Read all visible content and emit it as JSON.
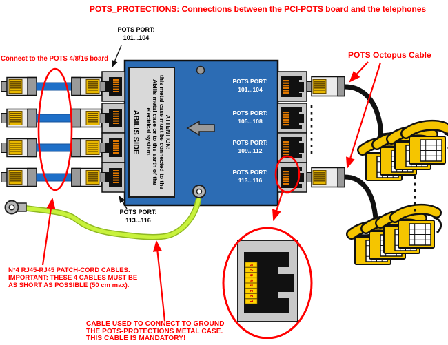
{
  "title": "POTS_PROTECTIONS: Connections between the PCI-POTS board and the telephones",
  "labels": {
    "connect_board": "Connect to the POTS 4/8/16 board",
    "octopus_cable": "POTS Octopus Cable",
    "port_top": {
      "line1": "POTS PORT:",
      "line2": "101...104"
    },
    "port_bottom": {
      "line1": "POTS PORT:",
      "line2": "113...116"
    }
  },
  "board": {
    "attention_heading": "ATTENTION:",
    "attention_body": "this metal case must be connected to the Abilis metal case or to the earth of the electrical system.",
    "side_label": "ABILIS SIDE",
    "port_labels": [
      {
        "line1": "POTS PORT:",
        "line2": "101...104"
      },
      {
        "line1": "POTS PORT:",
        "line2": "105...108"
      },
      {
        "line1": "POTS PORT:",
        "line2": "109...112"
      },
      {
        "line1": "POTS PORT:",
        "line2": "113...116"
      }
    ]
  },
  "notes": {
    "patch_cables": [
      "N°4 RJ45-RJ45 PATCH-CORD CABLES.",
      "IMPORTANT: THESE 4 CABLES MUST BE",
      "AS SHORT AS POSSIBLE (50 cm max)."
    ],
    "ground_cable": [
      "CABLE USED TO CONNECT TO GROUND",
      "THE POTS-PROTECTIONS METAL CASE.",
      "THIS CABLE IS MANDATORY!"
    ]
  },
  "detail": {
    "pin_labels_top_to_bottom": [
      "8",
      "7",
      "6",
      "5",
      "4",
      "3",
      "2",
      "1"
    ]
  },
  "colors": {
    "accent_red": "#ff0000",
    "case_blue": "#2c6cb4",
    "patch_cable_blue": "#1e6fc8",
    "ground_cable_green": "#c8f23c",
    "phone_yellow": "#f5c500"
  }
}
